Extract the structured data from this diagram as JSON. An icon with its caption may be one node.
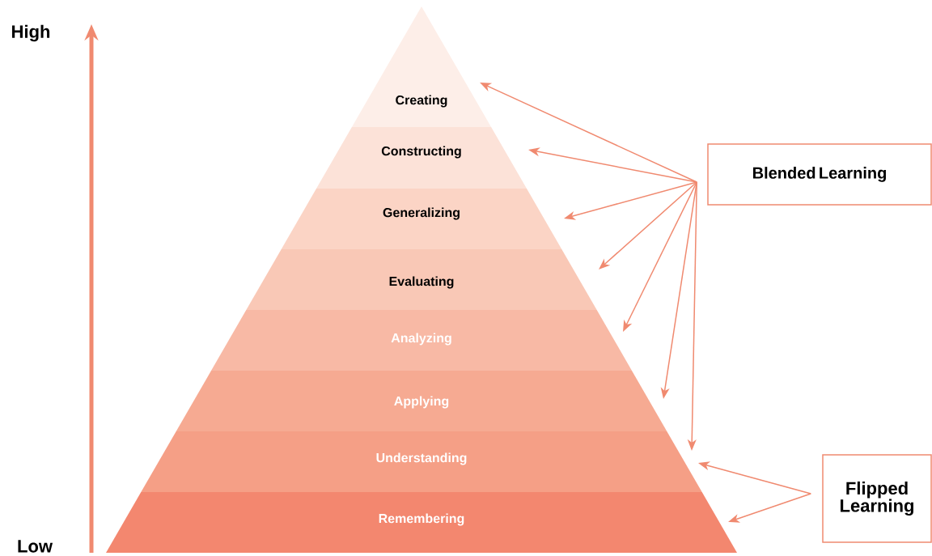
{
  "diagram": {
    "nodes": [
      {
        "text": [
          "Creating"
        ]
      },
      {
        "text": [
          "Constructing"
        ]
      },
      {
        "text": [
          "Generalizing"
        ]
      },
      {
        "text": [
          "Evaluating"
        ]
      },
      {
        "text": [
          "Analyzing"
        ]
      },
      {
        "text": [
          "Applying"
        ]
      },
      {
        "text": [
          "Understanding"
        ]
      },
      {
        "text": [
          "Remembering"
        ]
      },
      {
        "text": [
          "Blended Learning"
        ]
      },
      {
        "text": [
          "Flipped Learning"
        ]
      }
    ],
    "edges": [
      {
        "from": 8,
        "to": 0,
        "arrow": "to"
      },
      {
        "from": 8,
        "to": 1,
        "arrow": "to"
      },
      {
        "from": 8,
        "to": 2,
        "arrow": "to"
      },
      {
        "from": 8,
        "to": 3,
        "arrow": "to"
      },
      {
        "from": 8,
        "to": 4,
        "arrow": "to"
      },
      {
        "from": 8,
        "to": 5,
        "arrow": "to"
      },
      {
        "from": 8,
        "to": 6,
        "arrow": "to"
      },
      {
        "from": 9,
        "to": 6,
        "arrow": "to"
      },
      {
        "from": 9,
        "to": 7,
        "arrow": "to"
      }
    ],
    "labels": [
      "High",
      "Low"
    ]
  }
}
